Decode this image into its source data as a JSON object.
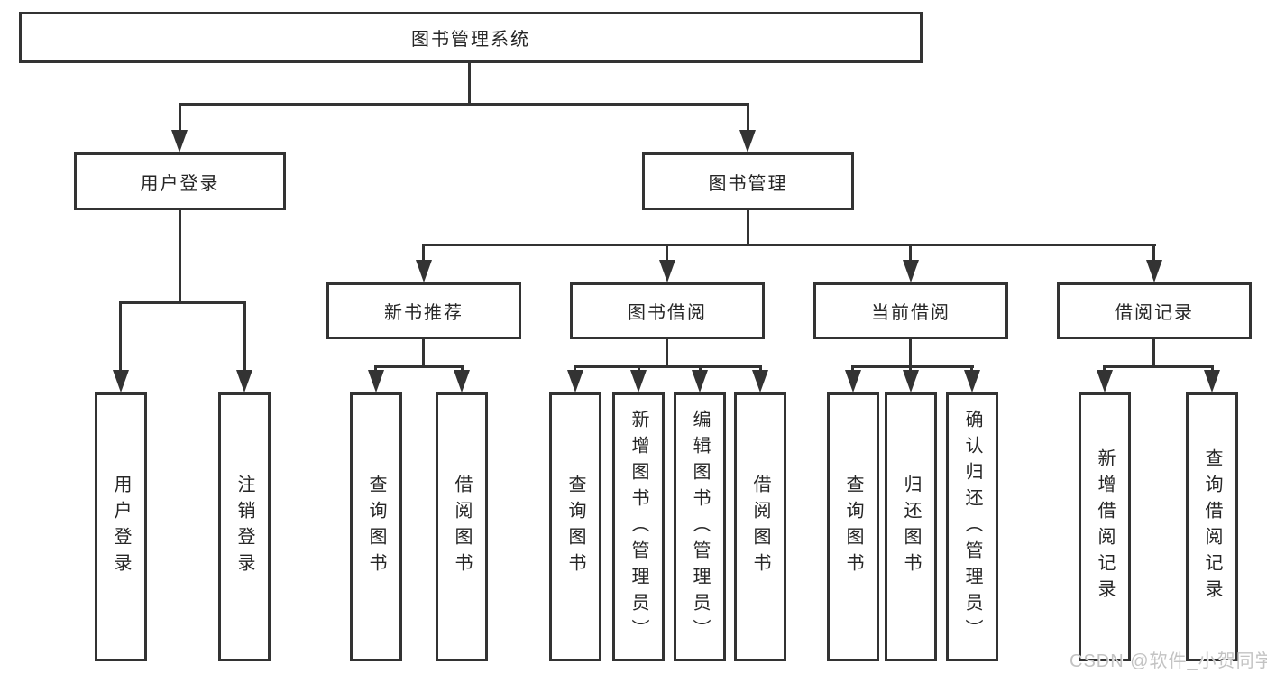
{
  "diagram": {
    "type": "hierarchy-tree",
    "title": "图书管理系统"
  },
  "nodes": {
    "root": {
      "label": "图书管理系统"
    },
    "user_login": {
      "label": "用户登录"
    },
    "book_management": {
      "label": "图书管理"
    },
    "new_book_recommend": {
      "label": "新书推荐"
    },
    "book_borrowing": {
      "label": "图书借阅"
    },
    "current_borrowing": {
      "label": "当前借阅"
    },
    "borrowing_records": {
      "label": "借阅记录"
    },
    "leaf_user_login": {
      "label": "用户登录"
    },
    "leaf_logout": {
      "label": "注销登录"
    },
    "leaf_recommend_query_books": {
      "label": "查询图书"
    },
    "leaf_recommend_borrow_books": {
      "label": "借阅图书"
    },
    "leaf_borrowing_query_books": {
      "label": "查询图书"
    },
    "leaf_borrowing_add_books": {
      "label": "新增图书（管理员）"
    },
    "leaf_borrowing_edit_books": {
      "label": "编辑图书（管理员）"
    },
    "leaf_borrowing_borrow_books": {
      "label": "借阅图书"
    },
    "leaf_current_query_books": {
      "label": "查询图书"
    },
    "leaf_current_return_books": {
      "label": "归还图书"
    },
    "leaf_current_confirm_return": {
      "label": "确认归还（管理员）"
    },
    "leaf_records_add_record": {
      "label": "新增借阅记录"
    },
    "leaf_records_query_record": {
      "label": "查询借阅记录"
    }
  },
  "edges": [
    [
      "图书管理系统",
      "用户登录"
    ],
    [
      "图书管理系统",
      "图书管理"
    ],
    [
      "用户登录",
      "用户登录(叶)"
    ],
    [
      "用户登录",
      "注销登录"
    ],
    [
      "图书管理",
      "新书推荐"
    ],
    [
      "图书管理",
      "图书借阅"
    ],
    [
      "图书管理",
      "当前借阅"
    ],
    [
      "图书管理",
      "借阅记录"
    ],
    [
      "新书推荐",
      "查询图书"
    ],
    [
      "新书推荐",
      "借阅图书"
    ],
    [
      "图书借阅",
      "查询图书"
    ],
    [
      "图书借阅",
      "新增图书（管理员）"
    ],
    [
      "图书借阅",
      "编辑图书（管理员）"
    ],
    [
      "图书借阅",
      "借阅图书"
    ],
    [
      "当前借阅",
      "查询图书"
    ],
    [
      "当前借阅",
      "归还图书"
    ],
    [
      "当前借阅",
      "确认归还（管理员）"
    ],
    [
      "借阅记录",
      "新增借阅记录"
    ],
    [
      "借阅记录",
      "查询借阅记录"
    ]
  ],
  "watermark": {
    "text": "CSDN @软件_小贺同学"
  },
  "colors": {
    "line": "#333333",
    "text": "#262626",
    "background": "#ffffff",
    "watermark": "#c3c3c3"
  }
}
